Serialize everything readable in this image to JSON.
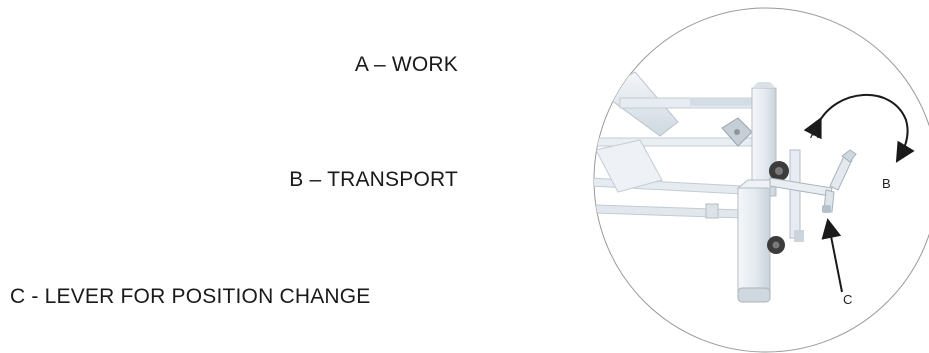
{
  "legend": {
    "a": "A – WORK",
    "b": "B – TRANSPORT",
    "c": "C - LEVER FOR POSITION CHANGE"
  },
  "callouts": {
    "a": "A",
    "b": "B",
    "c": "C"
  },
  "colors": {
    "frame": "#e8edf2",
    "frame_shadow": "#b9c3cc",
    "wheel": "#3c3c3c",
    "circle_border": "#9a9a9a",
    "arrow": "#1a1a1a"
  }
}
